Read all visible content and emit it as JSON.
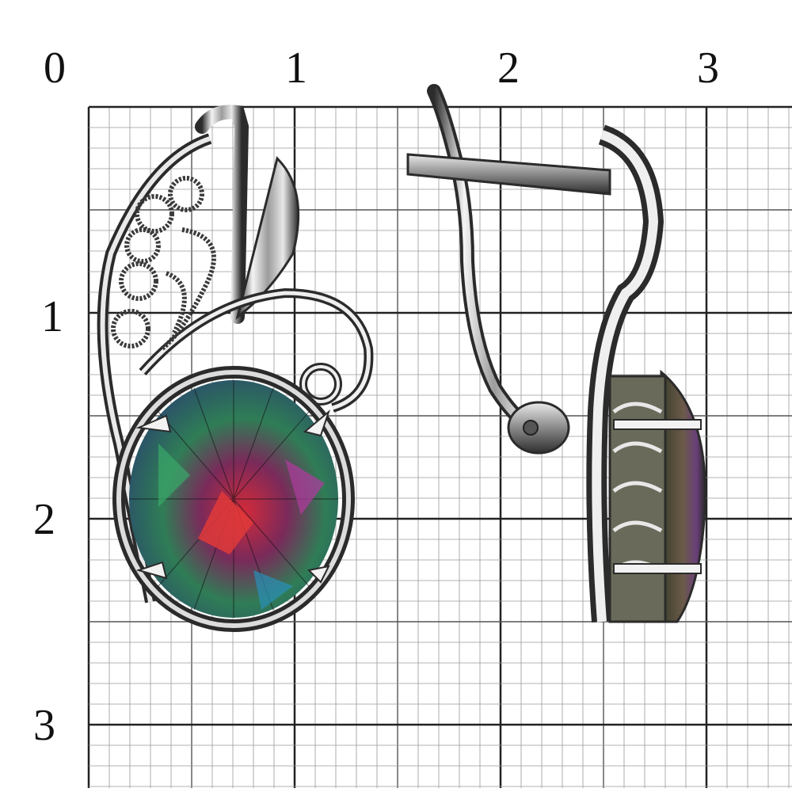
{
  "ruler": {
    "x_labels": [
      "0",
      "1",
      "2",
      "3"
    ],
    "y_labels": [
      "1",
      "2",
      "3"
    ]
  },
  "colors": {
    "background": "#ffffff",
    "grid_fine": "#9a9a9a",
    "grid_major": "#222222",
    "silver_light": "#f2f2f2",
    "silver_mid": "#a9a9a9",
    "silver_dark": "#2b2b2b",
    "gem_red": "#c4243c",
    "gem_green": "#2f8f4f",
    "gem_blue": "#2a6fa8",
    "gem_purple": "#7a2a6a"
  },
  "objects": [
    {
      "icon": "earring-front-icon"
    },
    {
      "icon": "earring-side-icon"
    }
  ]
}
